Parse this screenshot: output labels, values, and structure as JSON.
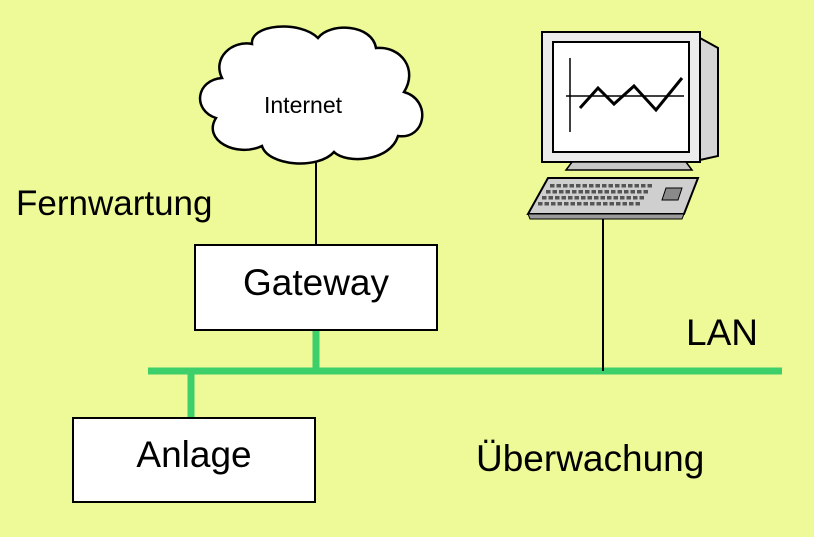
{
  "diagram": {
    "cloud": {
      "label": "Internet"
    },
    "remote": {
      "label": "Fernwartung"
    },
    "gateway": {
      "label": "Gateway"
    },
    "network": {
      "label": "LAN"
    },
    "plant": {
      "label": "Anlage"
    },
    "monitoring": {
      "label": "Überwachung"
    }
  },
  "colors": {
    "background": "#eefa98",
    "lan_line": "#3dcf6a",
    "box_fill": "#ffffff",
    "outline": "#000000"
  },
  "icons": [
    "cloud-icon",
    "monitor-icon",
    "keyboard-icon"
  ]
}
